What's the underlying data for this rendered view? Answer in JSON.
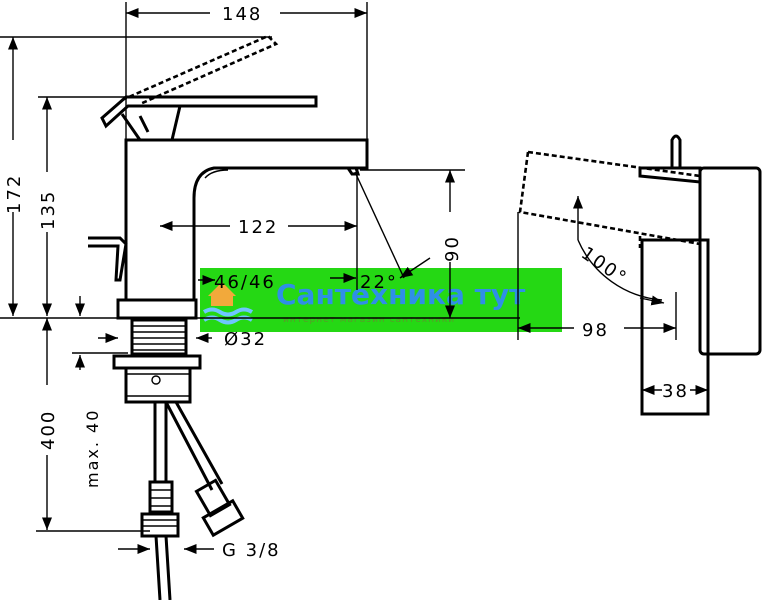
{
  "dimensions": {
    "width_total": "148",
    "height_total": "172",
    "height_spout": "135",
    "reach": "122",
    "spout_clearance": "90",
    "deck_thickness": "46/46",
    "spout_angle": "22°",
    "bore_diameter": "Ø32",
    "hose_length": "400",
    "max_thickness": "max. 40",
    "connection": "G 3/8",
    "lever_angle": "100°",
    "side_width": "98",
    "side_depth": "38"
  },
  "watermark": {
    "title": "Сантехника тут",
    "subtitle": "интернет магазин сантехники"
  },
  "colors": {
    "watermark_bg": "#25d814",
    "watermark_text": "#2f8fe6",
    "line": "#000000"
  }
}
